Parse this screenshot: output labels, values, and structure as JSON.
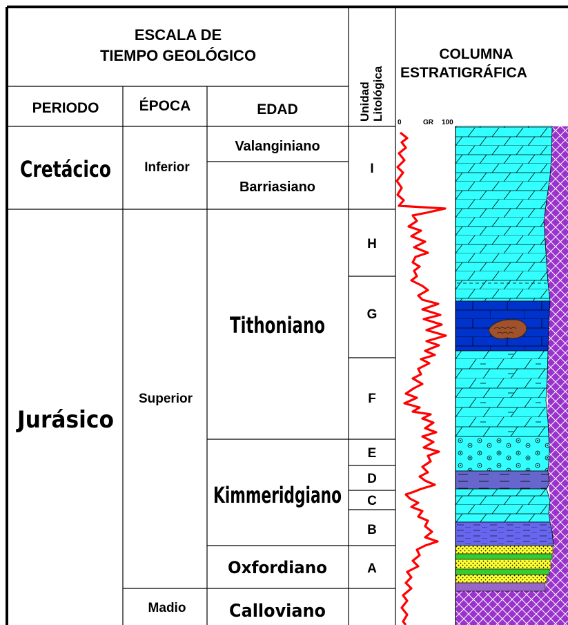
{
  "header": {
    "scale_title_line1": "ESCALA DE",
    "scale_title_line2": "TIEMPO GEOLÓGICO",
    "unit_line1": "Unidad",
    "unit_line2": "Litológica",
    "column_line1": "COLUMNA",
    "column_line2": "ESTRATIGRÁFICA",
    "periodo": "PERIODO",
    "epoca": "ÉPOCA",
    "edad": "EDAD",
    "gr_min": "0",
    "gr_label": "GR",
    "gr_max": "100"
  },
  "periods": [
    "Cretácico",
    "Jurásico"
  ],
  "epochs": [
    "Inferior",
    "Superior",
    "Madio"
  ],
  "ages": [
    "Valanginiano",
    "Barriasiano",
    "Tithoniano",
    "Kimmeridgiano",
    "Oxfordiano",
    "Calloviano"
  ],
  "units": [
    "I",
    "H",
    "G",
    "F",
    "E",
    "D",
    "C",
    "B",
    "A"
  ],
  "lithology_colors": {
    "limestone": "#33FFFF",
    "dark_limestone": "#0033CC",
    "shale": "#6666CC",
    "sandstone": "#FFFF33",
    "green_band": "#33CC33",
    "basement": "#9933CC",
    "gr_curve": "#FF0000",
    "fossil": "#A0522D"
  },
  "gamma_ray_curve": {
    "xlabel": "GR",
    "xlim": [
      0,
      100
    ],
    "type": "line"
  }
}
